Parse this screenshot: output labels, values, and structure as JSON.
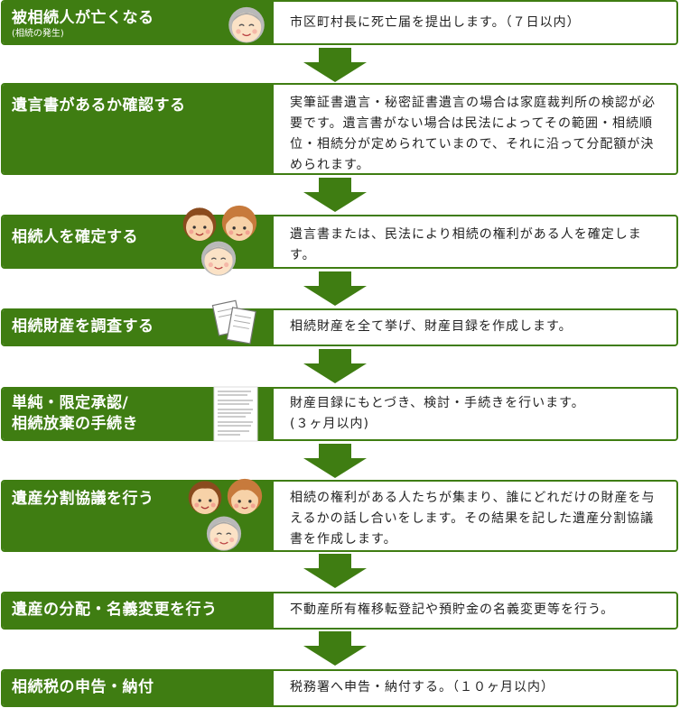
{
  "colors": {
    "accent": "#3f7d12",
    "text": "#222222"
  },
  "steps": [
    {
      "title": "被相続人が亡くなる",
      "subtitle": "(相続の発生)",
      "desc": "市区町村長に死亡届を提出します。（７日以内）",
      "icon": "elderly-person-icon"
    },
    {
      "title": "遺言書があるか確認する",
      "desc": "実筆証書遺言・秘密証書遺言の場合は家庭裁判所の検認が必要です。遺言書がない場合は民法によってその範囲・相続順位・相続分が定められていまので、それに沿って分配額が決められます。"
    },
    {
      "title": "相続人を確定する",
      "desc": "遺言書または、民法により相続の権利がある人を確定します。",
      "icon": "family-icon"
    },
    {
      "title": "相続財産を調査する",
      "desc": "相続財産を全て挙げ、財産目録を作成します。",
      "icon": "documents-icon"
    },
    {
      "title": "単純・限定承認/",
      "title2": "相続放棄の手続き",
      "desc": "財産目録にもとづき、検討・手続きを行います。",
      "desc2": "(３ヶ月以内)",
      "icon": "form-document-icon"
    },
    {
      "title": "遺産分割協議を行う",
      "desc": "相続の権利がある人たちが集まり、誰にどれだけの財産を与えるかの話し合いをします。その結果を記した遺産分割協議書を作成します。",
      "icon": "family-icon"
    },
    {
      "title": "遺産の分配・名義変更を行う",
      "desc": "不動産所有権移転登記や預貯金の名義変更等を行う。"
    },
    {
      "title": "相続税の申告・納付",
      "desc": "税務署へ申告・納付する。（１０ヶ月以内）"
    }
  ]
}
